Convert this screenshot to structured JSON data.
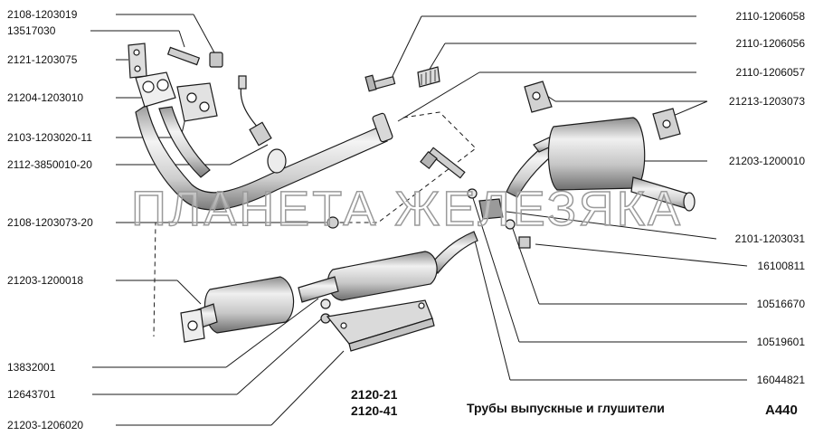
{
  "labels_left": [
    "2108-1203019",
    "13517030",
    "2121-1203075",
    "21204-1203010",
    "2103-1203020-11",
    "2112-3850010-20",
    "2108-1203073-20",
    "21203-1200018",
    "13832001",
    "12643701",
    "21203-1206020"
  ],
  "labels_right": [
    "2110-1206058",
    "2110-1206056",
    "2110-1206057",
    "21213-1203073",
    "21203-1200010",
    "2101-1203031",
    "16100811",
    "10516670",
    "10519601",
    "16044821"
  ],
  "footer": {
    "model_1": "2120-21",
    "model_2": "2120-41",
    "title": "Трубы выпускные и глушители",
    "code": "A440"
  },
  "watermark": "ПЛАНЕТА ЖЕЛЕЗЯКА",
  "colors": {
    "line": "#1a1a1a",
    "part_fill_light": "#eeeeee",
    "part_fill_mid": "#cfcfcf",
    "part_fill_dark": "#8a8a8a",
    "watermark_stroke": "#9a9a9a"
  }
}
